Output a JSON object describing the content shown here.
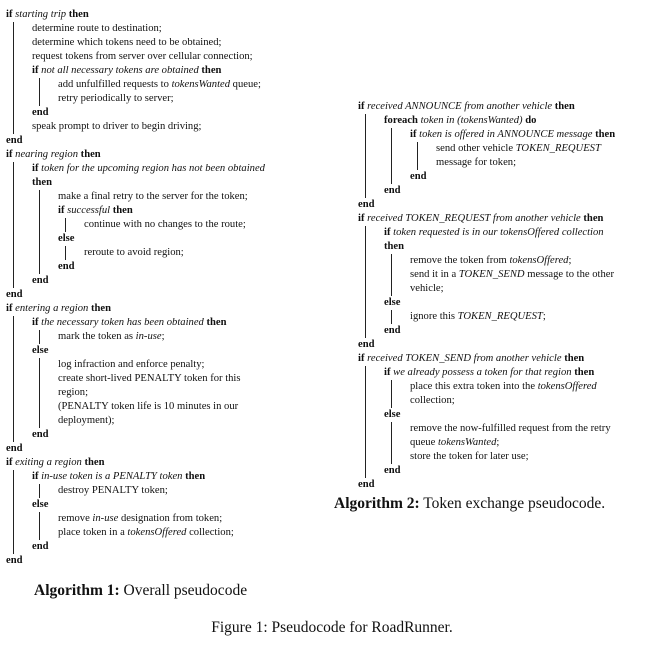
{
  "algo1": {
    "caption_label": "Algorithm 1:",
    "caption_text": " Overall pseudocode"
  },
  "algo2": {
    "caption_label": "Algorithm 2:",
    "caption_text": " Token exchange pseudocode."
  },
  "figure_caption": "Figure 1: Pseudocode for RoadRunner.",
  "kw": {
    "if": "if",
    "then": "then",
    "end": "end",
    "else": "else",
    "foreach": "foreach",
    "do": "do"
  },
  "a1": {
    "c1": "starting trip",
    "s1": "determine route to destination;",
    "s2": "determine which tokens need to be obtained;",
    "s3": "request tokens from server over cellular connection;",
    "c2": "not all necessary tokens are obtained",
    "s4a": "add unfulfilled requests to ",
    "s4b": "tokensWanted",
    "s4c": " queue;",
    "s5": "retry periodically to server;",
    "s6": "speak prompt to driver to begin driving;",
    "c3": "nearing region",
    "c4": "token for the upcoming region has not been obtained",
    "s7": "make a final retry to the server for the token;",
    "c5": "successful",
    "s8": "continue with no changes to the route;",
    "s9": "reroute to avoid region;",
    "c6": "entering a region",
    "c7": "the necessary token has been obtained",
    "s10a": "mark the token as ",
    "s10b": "in-use",
    "s10c": ";",
    "s11": "log infraction and enforce penalty;",
    "s12": "create short-lived PENALTY token for this",
    "s13": "region;",
    "s14": "(PENALTY token life is 10 minutes in our",
    "s15": "deployment);",
    "c8": "exiting a region",
    "c9a": "in-use",
    "c9b": " token is a PENALTY token",
    "s16": "destroy PENALTY token;",
    "s17a": "remove ",
    "s17b": "in-use",
    "s17c": " designation from token;",
    "s18a": "place token in a ",
    "s18b": "tokensOffered",
    "s18c": " collection;"
  },
  "a2": {
    "c1": "received ANNOUNCE from another vehicle",
    "c2": "token in (tokensWanted)",
    "c3": "token is offered in ANNOUNCE message",
    "s1a": "send other vehicle ",
    "s1b": "TOKEN_REQUEST",
    "s2": "message for token;",
    "c4": "received TOKEN_REQUEST from another vehicle",
    "c5": "token requested is in our tokensOffered collection",
    "s3a": "remove the token from ",
    "s3b": "tokensOffered",
    "s3c": ";",
    "s4a": "send it in a ",
    "s4b": "TOKEN_SEND",
    "s4c": " message to the other",
    "s5": "vehicle;",
    "s6a": "ignore this ",
    "s6b": "TOKEN_REQUEST",
    "s6c": ";",
    "c6": "received TOKEN_SEND from another vehicle",
    "c7": "we already possess a token for that region",
    "s7": "place this extra token into the ",
    "s7b": "tokensOffered",
    "s8": "collection;",
    "s9": "remove the now-fulfilled request from the retry",
    "s10a": "queue ",
    "s10b": "tokensWanted",
    "s10c": ";",
    "s11": "store the token for later use;"
  }
}
